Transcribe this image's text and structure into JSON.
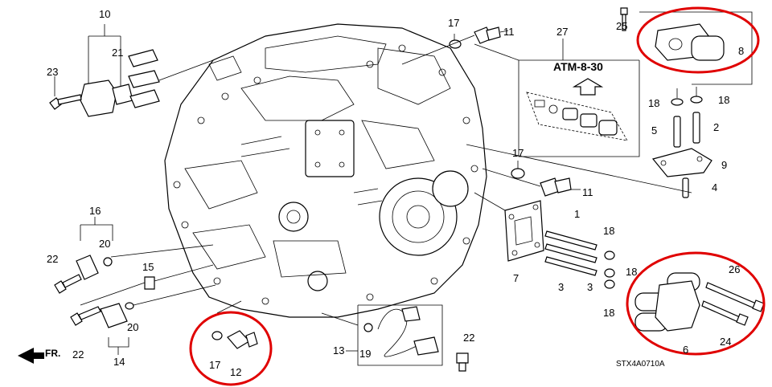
{
  "labels": {
    "l1": "1",
    "l2": "2",
    "l3a": "3",
    "l3b": "3",
    "l4": "4",
    "l5": "5",
    "l6": "6",
    "l7": "7",
    "l8": "8",
    "l9": "9",
    "l10": "10",
    "l11a": "11",
    "l11b": "11",
    "l12": "12",
    "l13": "13",
    "l14": "14",
    "l15": "15",
    "l16": "16",
    "l17a": "17",
    "l17b": "17",
    "l17c": "17",
    "l18a": "18",
    "l18b": "18",
    "l18c": "18",
    "l18d": "18",
    "l18e": "18",
    "l19": "19",
    "l20a": "20",
    "l20b": "20",
    "l21": "21",
    "l22a": "22",
    "l22b": "22",
    "l22c": "22",
    "l23": "23",
    "l24": "24",
    "l25": "25",
    "l26": "26",
    "l27": "27"
  },
  "ref": "ATM-8-30",
  "direction": "FR.",
  "diagram_code": "STX4A0710A",
  "colors": {
    "highlight": "#e00000",
    "line": "#000000",
    "background": "#ffffff"
  }
}
